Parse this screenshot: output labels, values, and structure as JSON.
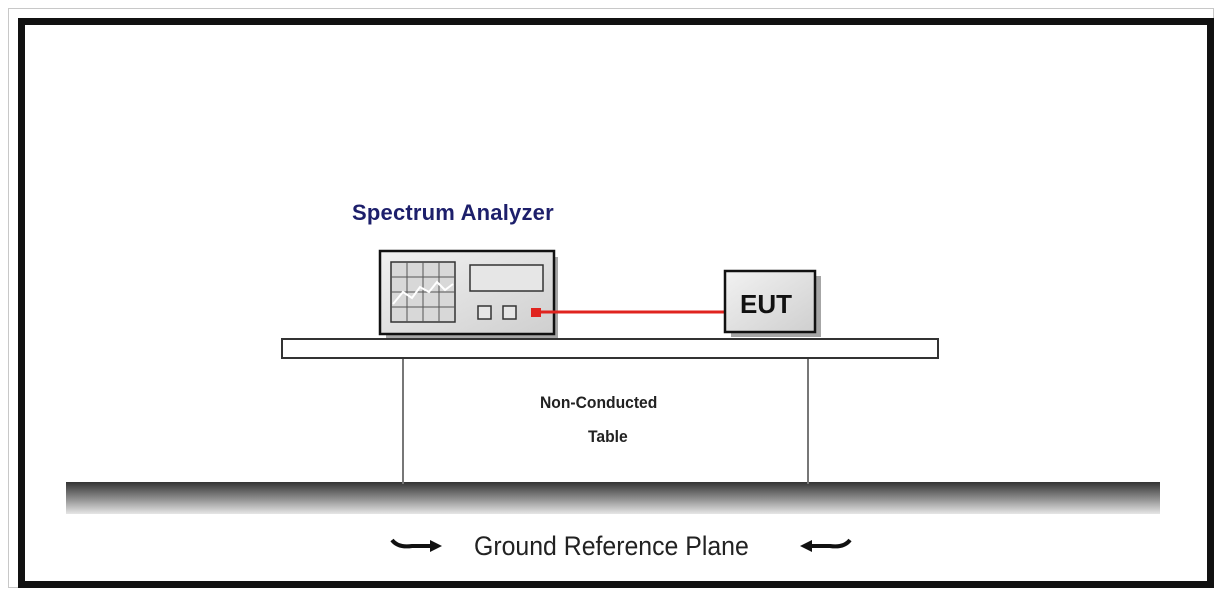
{
  "diagram": {
    "analyzer_title": "Spectrum Analyzer",
    "eut_label": "EUT",
    "table_label_line1": "Non-Conducted",
    "table_label_line2": "Table",
    "ground_label": "Ground Reference Plane"
  },
  "colors": {
    "title_color": "#1d1f6b",
    "cable_color": "#e0241f",
    "border_color": "#111111"
  }
}
